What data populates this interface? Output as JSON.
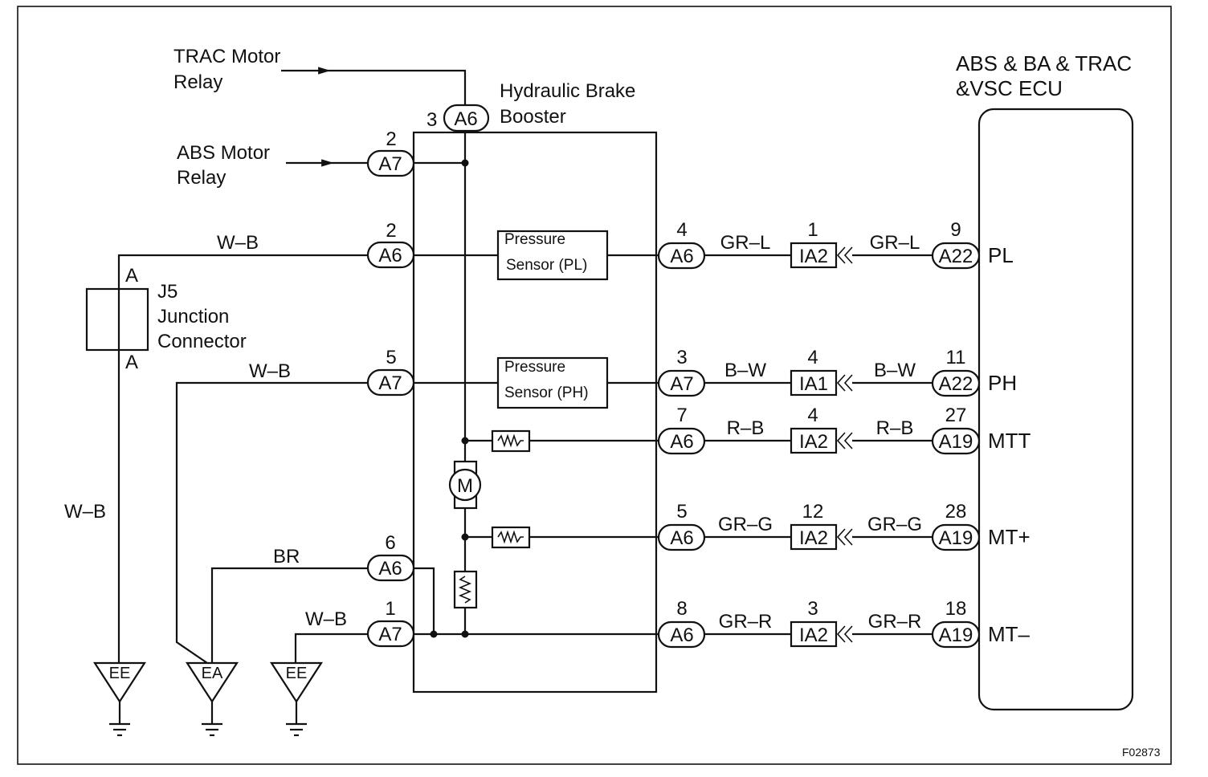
{
  "labels": {
    "trac_relay_1": "TRAC Motor",
    "trac_relay_2": "Relay",
    "abs_relay_1": "ABS Motor",
    "abs_relay_2": "Relay",
    "booster_1": "Hydraulic Brake",
    "booster_2": "Booster",
    "ecu_1": "ABS & BA & TRAC",
    "ecu_2": "&VSC ECU",
    "j5_1": "J5",
    "j5_2": "Junction",
    "j5_3": "Connector",
    "j5_pin_top": "A",
    "j5_pin_bottom": "A",
    "ps_pl_1": "Pressure",
    "ps_pl_2": "Sensor (PL)",
    "ps_ph_1": "Pressure",
    "ps_ph_2": "Sensor (PH)",
    "motor": "M",
    "fig_id": "F02873"
  },
  "left_connectors": [
    {
      "pin": "3",
      "conn": "A6"
    },
    {
      "pin": "2",
      "conn": "A7"
    },
    {
      "pin": "2",
      "conn": "A6"
    },
    {
      "pin": "5",
      "conn": "A7"
    },
    {
      "pin": "6",
      "conn": "A6"
    },
    {
      "pin": "1",
      "conn": "A7"
    }
  ],
  "left_wires": {
    "wb_top": "W–B",
    "wb_mid": "W–B",
    "wb_vert": "W–B",
    "br": "BR",
    "wb_bottom": "W–B"
  },
  "grounds": [
    "EE",
    "EA",
    "EE"
  ],
  "signal_rows": [
    {
      "pin": "4",
      "conn": "A6",
      "wire_left": "GR–L",
      "jpin": "1",
      "junction": "IA2",
      "wire_right": "GR–L",
      "ecu_pin": "9",
      "ecu_conn": "A22",
      "terminal": "PL"
    },
    {
      "pin": "3",
      "conn": "A7",
      "wire_left": "B–W",
      "jpin": "4",
      "junction": "IA1",
      "wire_right": "B–W",
      "ecu_pin": "11",
      "ecu_conn": "A22",
      "terminal": "PH"
    },
    {
      "pin": "7",
      "conn": "A6",
      "wire_left": "R–B",
      "jpin": "4",
      "junction": "IA2",
      "wire_right": "R–B",
      "ecu_pin": "27",
      "ecu_conn": "A19",
      "terminal": "MTT"
    },
    {
      "pin": "5",
      "conn": "A6",
      "wire_left": "GR–G",
      "jpin": "12",
      "junction": "IA2",
      "wire_right": "GR–G",
      "ecu_pin": "28",
      "ecu_conn": "A19",
      "terminal": "MT+"
    },
    {
      "pin": "8",
      "conn": "A6",
      "wire_left": "GR–R",
      "jpin": "3",
      "junction": "IA2",
      "wire_right": "GR–R",
      "ecu_pin": "18",
      "ecu_conn": "A19",
      "terminal": "MT–"
    }
  ]
}
